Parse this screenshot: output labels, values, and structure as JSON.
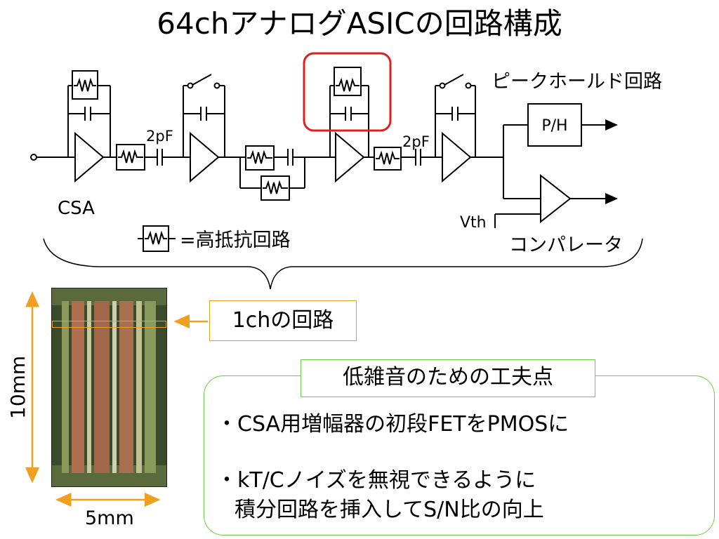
{
  "title": "64chアナログASICの回路構成",
  "labels": {
    "csa": "CSA",
    "cap1": "2pF",
    "cap2": "2pF",
    "peak_hold": "ピークホールド回路",
    "ph_box": "P/H",
    "vth": "Vth",
    "comparator": "コンパレータ",
    "legend": "=高抵抗回路"
  },
  "chip": {
    "onech_label": "1chの回路",
    "height_label": "10mm",
    "width_label": "5mm"
  },
  "lownoise": {
    "title": "低雑音のための工夫点",
    "bullet1": "・CSA用増幅器の初段FETをPMOSに",
    "bullet2_line1": "・kT/Cノイズを無視できるように",
    "bullet2_line2": "積分回路を挿入してS/N比の向上"
  },
  "colors": {
    "highlight": "#e02020",
    "orange": "#f0a020",
    "green": "#66cc44"
  }
}
